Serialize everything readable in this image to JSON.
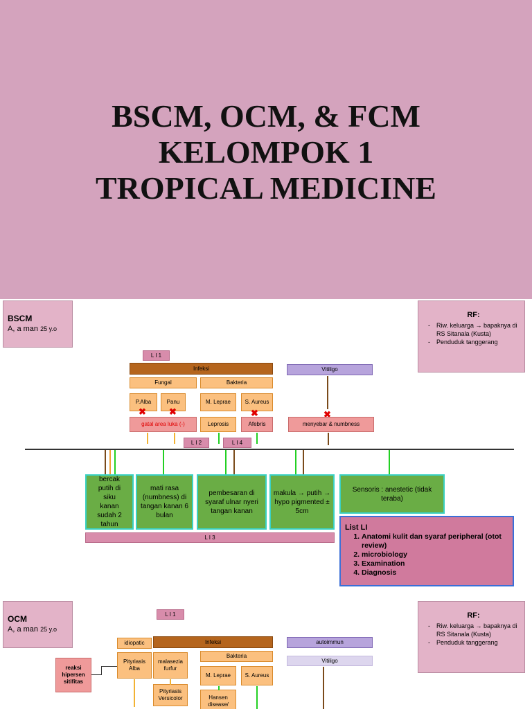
{
  "title_slide": {
    "lines": [
      "BSCM, OCM, & FCM",
      "KELOMPOK 1",
      "TROPICAL MEDICINE"
    ]
  },
  "bscm": {
    "header": {
      "title": "BSCM",
      "subtitle": "A, a man",
      "age": "25 y.o"
    },
    "rf": {
      "title": "RF:",
      "items": [
        "Riw. keluarga → bapaknya di RS Sitanala (Kusta)",
        "Penduduk tanggerang"
      ]
    },
    "tags": {
      "li1": "L I 1",
      "li2": "L I 2",
      "li4": "L I 4",
      "li3": "L I 3"
    },
    "infeksi": "Infeksi",
    "fungal": "Fungal",
    "bakteria": "Bakteria",
    "palba": "P.Alba",
    "panu": "Panu",
    "m_leprae": "M. Leprae",
    "s_aureus": "S. Aureus",
    "gatal": "gatal area luka (-)",
    "leprosis": "Leprosis",
    "afebris": "Afebris",
    "vitiligo": "Vitiligo",
    "menyebar": "menyebar & numbness",
    "findings": [
      "bercak putih di siku kanan sudah 2 tahun",
      "mati rasa (numbness) di tangan kanan 6 bulan",
      "pembesaran  di syaraf ulnar nyeri tangan kanan",
      "makula → putih → hypo pigmented ± 5cm",
      "Sensoris : anestetic (tidak teraba)"
    ],
    "list_li": {
      "title": "List LI",
      "items": [
        "Anatomi kulit dan syaraf peripheral (otot review)",
        "microbiology",
        "Examination",
        "Diagnosis"
      ]
    }
  },
  "ocm": {
    "header": {
      "title": "OCM",
      "subtitle": "A, a man",
      "age": "25 y.o"
    },
    "rf": {
      "title": "RF:",
      "items": [
        "Riw. keluarga → bapaknya di RS Sitanala (Kusta)",
        "Penduduk tanggerang"
      ]
    },
    "li1": "L I 1",
    "idiopatic": "idiopatic",
    "infeksi": "Infeksi",
    "autoimmun": "autoimmun",
    "bakteria": "Bakteria",
    "vitiligo": "Vitiligo",
    "pityriasis_alba": "Pityriasis Alba",
    "malasezia": "malasezia furfur",
    "m_leprae": "M. Leprae",
    "s_aureus": "S. Aureus",
    "reaksi": "reaksi hipersen sitifitas",
    "pityriasis_versicolor": "Pityriasis Versicolor",
    "hansen": "Hansen disease/"
  },
  "colors": {
    "title_bg": "#d4a3bd",
    "infeksi": "#b5651d",
    "fungal": "#fbc07f",
    "finding": "#6aad45",
    "list_li": "#d07a9d"
  }
}
